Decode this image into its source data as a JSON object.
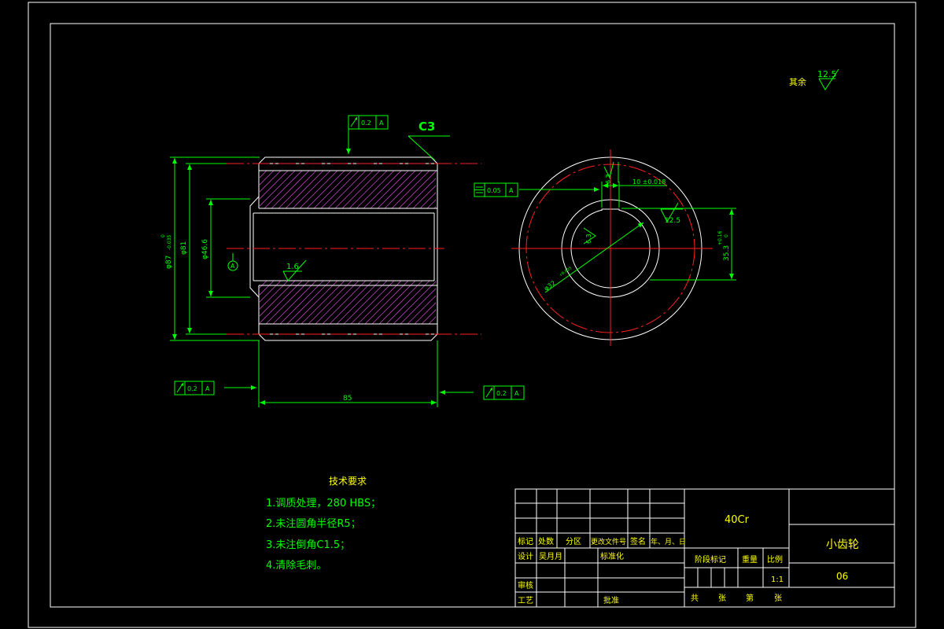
{
  "colors": {
    "background": "#000000",
    "outline": "#ffffff",
    "dimension": "#00ff00",
    "centerline": "#ff2020",
    "hatch": "#c040c0",
    "table_text": "#ffff00"
  },
  "icons": [
    "surface-roughness-icon",
    "runout-icon",
    "symmetry-icon",
    "datum-a-icon"
  ],
  "roughness": {
    "other_label": "其余",
    "other_value": "12.5",
    "bore_value": "1.6",
    "keyway_side_value": "6.3",
    "keyway_bottom_value": "6.3",
    "end_face_value": "12.5"
  },
  "chamfer": {
    "label": "C3"
  },
  "tolerance_frames": {
    "top": {
      "value": "0.2",
      "datum": "A"
    },
    "left": {
      "value": "0.2",
      "datum": "A"
    },
    "right": {
      "value": "0.2",
      "datum": "A"
    },
    "symmetry": {
      "value": "0.05",
      "datum": "A"
    }
  },
  "datum": {
    "label": "A"
  },
  "dimensions": {
    "outer_dia": "φ87",
    "outer_dia_tol_upper": "0",
    "outer_dia_tol_lower": "-0.035",
    "inner_dia": "φ81",
    "bore_dia": "φ46.6",
    "length": "85",
    "keyway_width": "10 ±0.018",
    "keyway_depth": "35.3",
    "keyway_depth_tol_upper": "+0.16",
    "keyway_depth_tol_lower": "0",
    "shaft_dia": "φ32",
    "shaft_dia_tol": "+0.025"
  },
  "tech_requirements": {
    "title": "技术要求",
    "items": [
      "1.调质处理，280 HBS；",
      "2.未注圆角半径R5；",
      "3.未注倒角C1.5；",
      "4.清除毛刺。"
    ]
  },
  "title_block": {
    "material": "40Cr",
    "part_name": "小齿轮",
    "drawing_number": "06",
    "scale": "1:1",
    "headers": {
      "mark": "标记",
      "count": "处数",
      "zone": "分区",
      "change_doc": "更改文件号",
      "signature": "签名",
      "date": "年、月、日",
      "design": "设计",
      "designer": "吴月月",
      "standardize": "标准化",
      "review": "审核",
      "process": "工艺",
      "approve": "批准",
      "stage_mark": "阶段标记",
      "weight": "重量",
      "scale_label": "比例",
      "total": "共",
      "sheets": "张",
      "page": "第",
      "sheet_suffix": "张"
    }
  }
}
